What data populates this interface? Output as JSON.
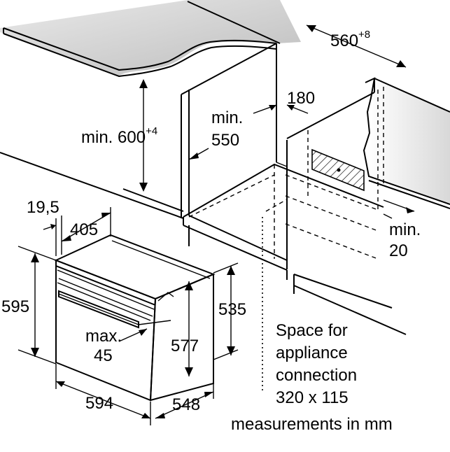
{
  "labels": {
    "width_niche": "560",
    "width_niche_tol": "+8",
    "gap_180": "180",
    "depth_min_line1": "min.",
    "depth_min_line2": "550",
    "height_min_prefix": "min. 600",
    "height_min_tol": "+4",
    "vent_min_line1": "min.",
    "vent_min_line2": "20",
    "panel_19_5": "19,5",
    "depth_405": "405",
    "height_595": "595",
    "height_535": "535",
    "handle_max_line1": "max.",
    "handle_max_line2": "45",
    "height_577": "577",
    "width_594": "594",
    "depth_548": "548",
    "connection_line1": "Space for",
    "connection_line2": "appliance",
    "connection_line3": "connection",
    "connection_line4": "320 x 115",
    "units_note": "measurements in mm"
  }
}
